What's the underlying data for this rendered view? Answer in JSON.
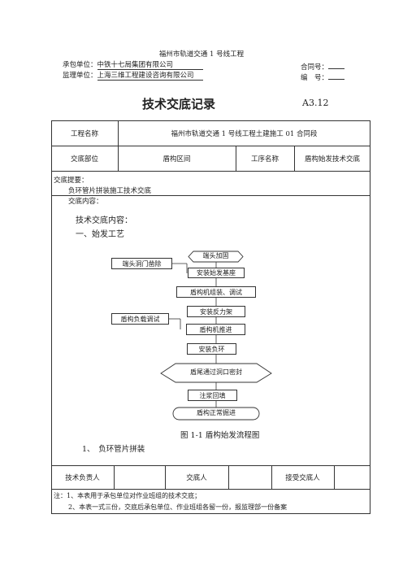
{
  "header": {
    "project": "福州市轨道交通 1 号线工程",
    "contractor_label": "承包单位：",
    "contractor_value": "中铁十七局集团有限公司",
    "contract_no_label": "合同号：",
    "supervisor_label": "监理单位：",
    "supervisor_value": "上海三维工程建设咨询有限公司",
    "serial_label": "编　号："
  },
  "title": "技术交底记录",
  "form_code": "A3.12",
  "table": {
    "project_name_label": "工程名称",
    "project_name_value": "福州市轨道交通 1 号线工程土建施工 01 合同段",
    "location_label": "交底部位",
    "location_value": "盾构区间",
    "process_label": "工序名称",
    "process_value": "盾构始发技术交底",
    "summary_label": "交底提要：",
    "summary_value": "负环管片拼装施工技术交底",
    "content_label": "交底内容：",
    "content_heading": "技术交底内容：",
    "section_1": "一、始发工艺",
    "figure_caption": "图 1-1  盾构始发流程图",
    "subsection_1": "1、　负环管片拼装",
    "tech_lead_label": "技术负责人",
    "discloser_label": "交底人",
    "receiver_label": "接受交底人",
    "note_1": "注：1、本表用于承包单位对作业班组的技术交底；",
    "note_2": "2、本表一式三份，交底后承包单位、作业班组各留一份，报监理部一份备案"
  },
  "flowchart": {
    "start": "端头加固",
    "side_1": "端头洞门凿除",
    "step_1": "安装始发基座",
    "step_2": "盾构机组装、调试",
    "step_3": "安装反力架",
    "side_2": "盾构负载调试",
    "step_4": "盾构机推进",
    "step_5": "安装负环",
    "decision": "盾尾通过洞口密封",
    "step_6": "注浆回填",
    "end": "盾构正常掘进"
  }
}
